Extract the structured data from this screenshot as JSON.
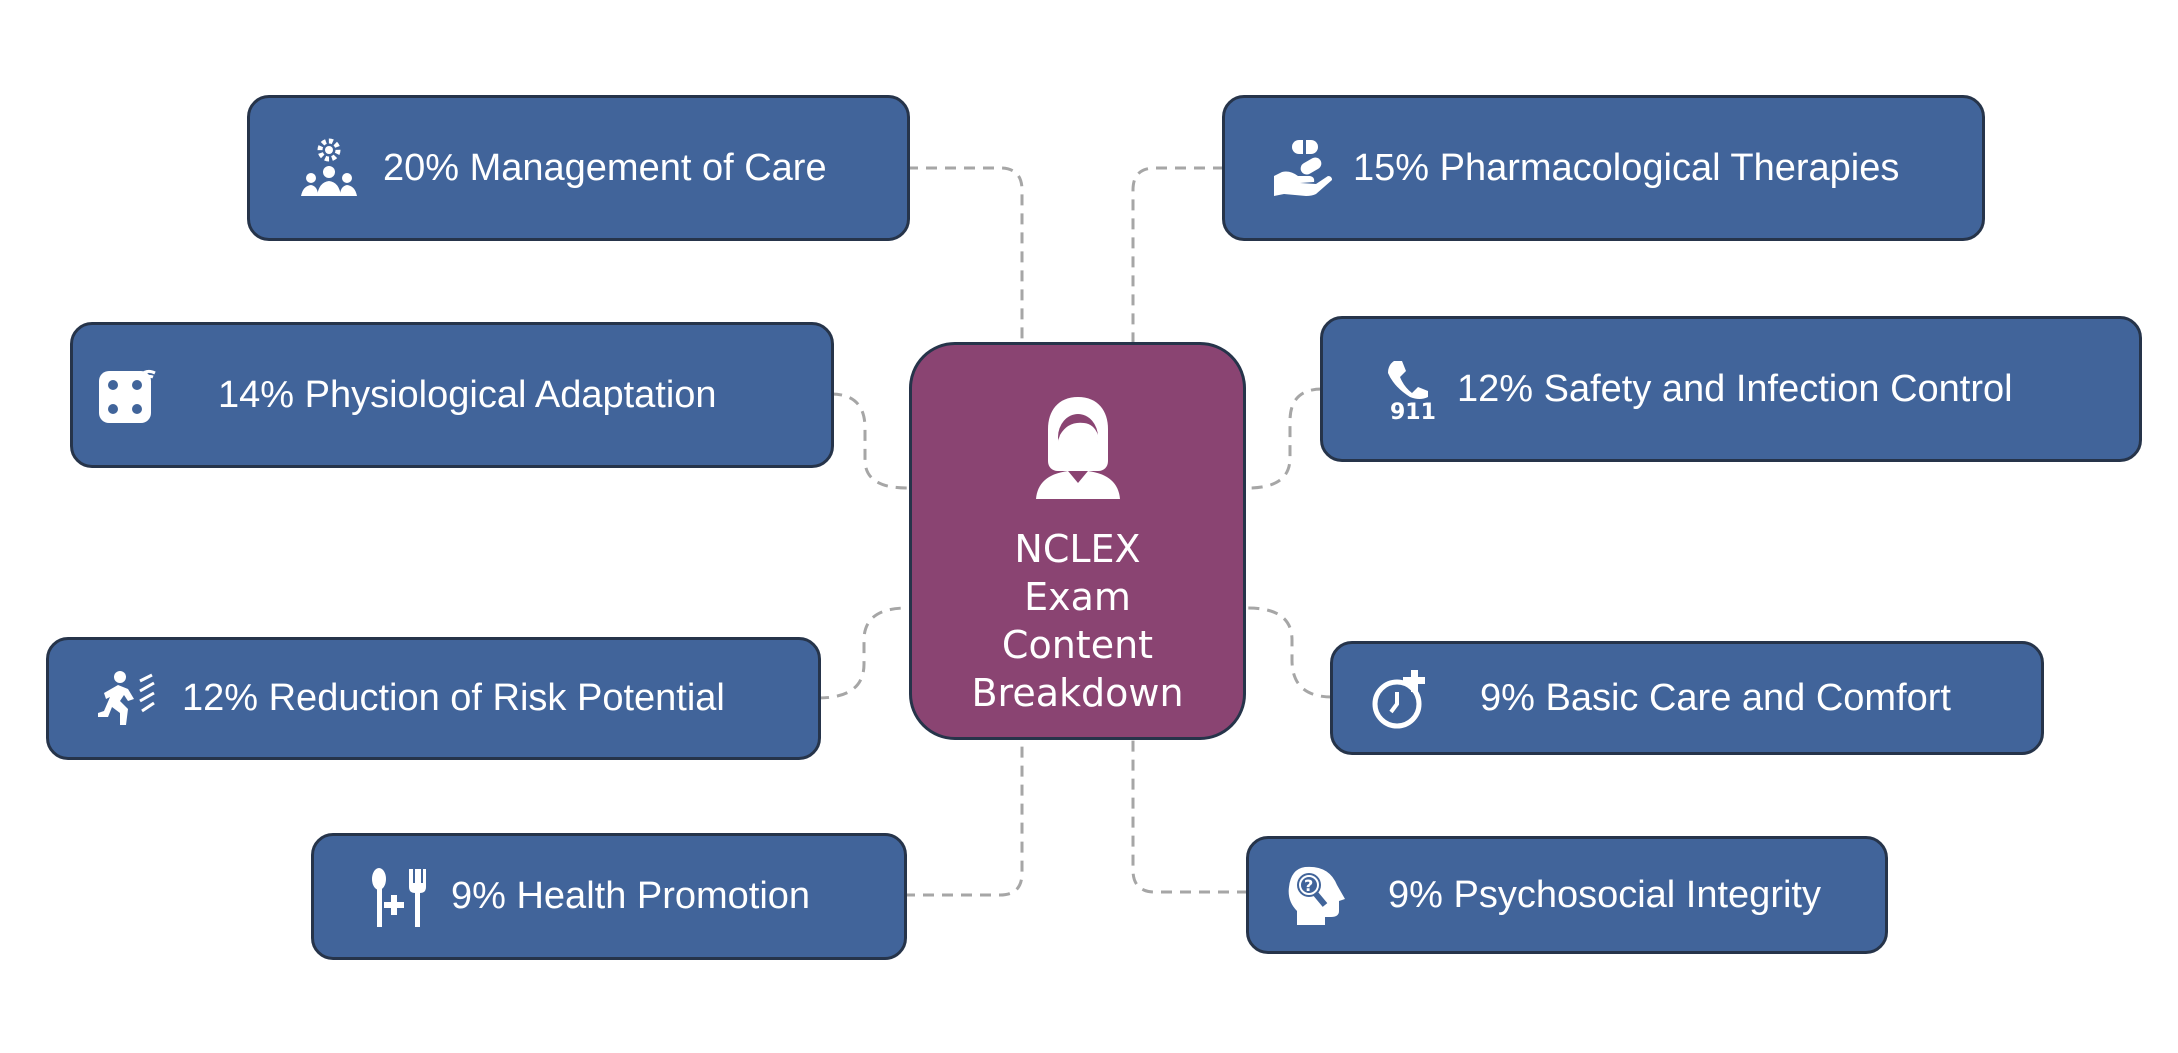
{
  "center": {
    "title": "NCLEX Exam Content Breakdown",
    "icon": "nurse-icon"
  },
  "nodes": [
    {
      "id": "management-of-care",
      "label": "20% Management of Care",
      "icon": "team-gear-icon"
    },
    {
      "id": "pharmacological-therapies",
      "label": "15% Pharmacological Therapies",
      "icon": "hand-pill-icon"
    },
    {
      "id": "physiological-adaptation",
      "label": "14% Physiological Adaptation",
      "icon": "dice-icon"
    },
    {
      "id": "safety-infection-control",
      "label": "12% Safety and Infection Control",
      "icon": "phone-911-icon"
    },
    {
      "id": "reduction-of-risk",
      "label": "12% Reduction of Risk Potential",
      "icon": "running-person-icon"
    },
    {
      "id": "basic-care-comfort",
      "label": "9% Basic Care and Comfort",
      "icon": "clock-plus-icon"
    },
    {
      "id": "health-promotion",
      "label": "9% Health Promotion",
      "icon": "utensils-plus-icon"
    },
    {
      "id": "psychosocial-integrity",
      "label": "9% Psychosocial Integrity",
      "icon": "head-question-icon"
    }
  ],
  "colors": {
    "node_fill": "#41649a",
    "center_fill": "#8a4472",
    "border": "#26344a",
    "connector": "#a6a6a6",
    "text": "#ffffff"
  }
}
